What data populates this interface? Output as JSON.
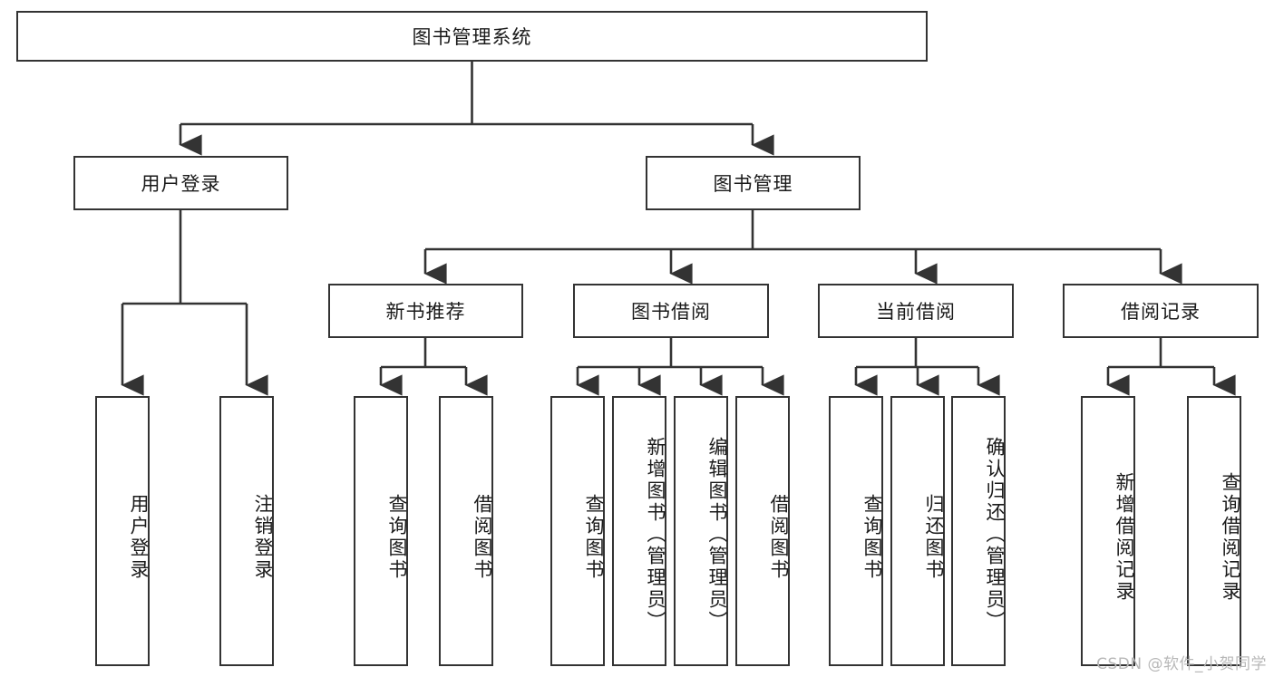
{
  "diagram": {
    "type": "tree-hierarchy-chart",
    "title": "图书管理系统",
    "watermark": "CSDN @软件_小贺同学",
    "colors": {
      "box_border": "#333333",
      "box_fill": "#ffffff",
      "connector": "#333333",
      "text": "#1a1a1a",
      "watermark": "#b8b8b8",
      "background": "#ffffff"
    },
    "levels": {
      "root": {
        "id": "root",
        "label": "图书管理系统",
        "orientation": "horizontal"
      },
      "level2": [
        {
          "id": "user-login",
          "label": "用户登录",
          "orientation": "horizontal"
        },
        {
          "id": "book-manage",
          "label": "图书管理",
          "orientation": "horizontal"
        }
      ],
      "level3": [
        {
          "id": "new-book-recommend",
          "label": "新书推荐",
          "orientation": "horizontal",
          "parent": "book-manage"
        },
        {
          "id": "book-borrow",
          "label": "图书借阅",
          "orientation": "horizontal",
          "parent": "book-manage"
        },
        {
          "id": "current-borrow",
          "label": "当前借阅",
          "orientation": "horizontal",
          "parent": "book-manage"
        },
        {
          "id": "borrow-record",
          "label": "借阅记录",
          "orientation": "horizontal",
          "parent": "book-manage"
        }
      ],
      "leaves": [
        {
          "id": "leaf-user-login",
          "label": "用户登录",
          "parent": "user-login"
        },
        {
          "id": "leaf-logout-login",
          "label": "注销登录",
          "parent": "user-login"
        },
        {
          "id": "leaf-query-book-1",
          "label": "查询图书",
          "parent": "new-book-recommend"
        },
        {
          "id": "leaf-borrow-book-1",
          "label": "借阅图书",
          "parent": "new-book-recommend"
        },
        {
          "id": "leaf-query-book-2",
          "label": "查询图书",
          "parent": "book-borrow"
        },
        {
          "id": "leaf-add-book-admin",
          "label": "新增图书（管理员）",
          "parent": "book-borrow"
        },
        {
          "id": "leaf-edit-book-admin",
          "label": "编辑图书（管理员）",
          "parent": "book-borrow"
        },
        {
          "id": "leaf-borrow-book-2",
          "label": "借阅图书",
          "parent": "book-borrow"
        },
        {
          "id": "leaf-query-book-3",
          "label": "查询图书",
          "parent": "current-borrow"
        },
        {
          "id": "leaf-return-book",
          "label": "归还图书",
          "parent": "current-borrow"
        },
        {
          "id": "leaf-confirm-return-admin",
          "label": "确认归还（管理员）",
          "parent": "current-borrow"
        },
        {
          "id": "leaf-add-borrow-record",
          "label": "新增借阅记录",
          "parent": "borrow-record"
        },
        {
          "id": "leaf-query-borrow-record",
          "label": "查询借阅记录",
          "parent": "borrow-record"
        }
      ]
    }
  }
}
